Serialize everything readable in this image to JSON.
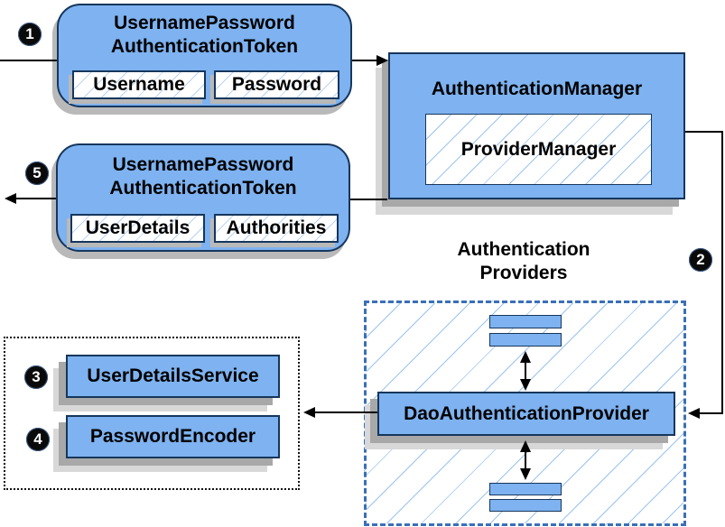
{
  "colors": {
    "box_fill": "#7eb2f0",
    "box_border": "#16365c",
    "hatch_line": "#9cc3ee",
    "dashed_border": "#3a6fb7",
    "shadow_dark": "#a8a8a8",
    "shadow_light": "#d8d8d8",
    "arrow": "#000000",
    "badge_bg": "#0a0a0a",
    "badge_text": "#ffffff"
  },
  "badges": {
    "step1": "1",
    "step2": "2",
    "step3": "3",
    "step4": "4",
    "step5": "5"
  },
  "nodes": {
    "request_token": {
      "title": "UsernamePassword\nAuthenticationToken",
      "fields": [
        "Username",
        "Password"
      ]
    },
    "authentication_manager": {
      "title": "AuthenticationManager",
      "inner": "ProviderManager"
    },
    "response_token": {
      "title": "UsernamePassword\nAuthenticationToken",
      "fields": [
        "UserDetails",
        "Authorities"
      ]
    },
    "providers": {
      "group_title": "Authentication\nProviders",
      "provider": "DaoAuthenticationProvider"
    },
    "services": {
      "items": [
        "UserDetailsService",
        "PasswordEncoder"
      ]
    }
  }
}
